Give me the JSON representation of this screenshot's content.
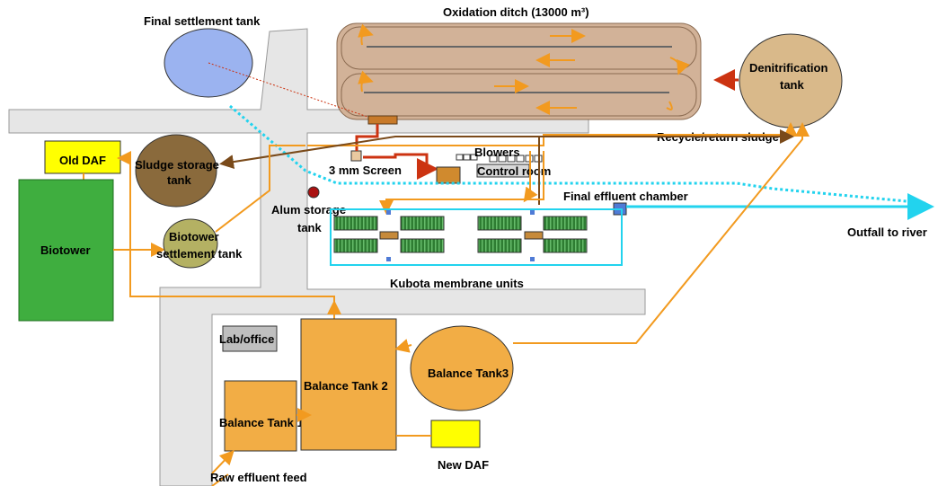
{
  "labels": {
    "final_settlement_tank": "Final settlement tank",
    "oxidation_ditch": "Oxidation ditch (13000 m³)",
    "denitrification_tank_l1": "Denitrification",
    "denitrification_tank_l2": "tank",
    "recycle_return_sludge": "Recycle/return sludge",
    "old_daf": "Old DAF",
    "sludge_storage_l1": "Sludge storage",
    "sludge_storage_l2": "tank",
    "screen": "3 mm Screen",
    "blowers": "Blowers",
    "control_room": "Control room",
    "final_effluent_chamber": "Final effluent chamber",
    "alum_storage_l1": "Alum storage",
    "alum_storage_l2": "tank",
    "biotower": "Biotower",
    "biotower_settlement_l1": "Biotower",
    "biotower_settlement_l2": "settlement tank",
    "outfall": "Outfall to river",
    "kubota": "Kubota membrane units",
    "lab_office": "Lab/office",
    "balance_tank_1": "Balance Tank 1",
    "balance_tank_2": "Balance Tank 2",
    "balance_tank_3": "Balance Tank3",
    "new_daf": "New DAF",
    "raw_effluent": "Raw effluent feed"
  },
  "colors": {
    "road": "#e6e6e6",
    "ditch": "#d2b298",
    "settlement_tank": "#9bb3f0",
    "denitrification_tank": "#d9b98a",
    "sludge_tank": "#8a6a3c",
    "biotower_settlement": "#b4b163",
    "old_daf": "#ffff00",
    "new_daf": "#ffff00",
    "biotower": "#3fae3f",
    "balance_tank": "#f2ad45",
    "flow_orange": "#f29a1f",
    "flow_brown": "#7a4a1a",
    "flow_red": "#cc3311",
    "effluent_cyan": "#22d3ee",
    "membrane": "#2e7d32"
  }
}
